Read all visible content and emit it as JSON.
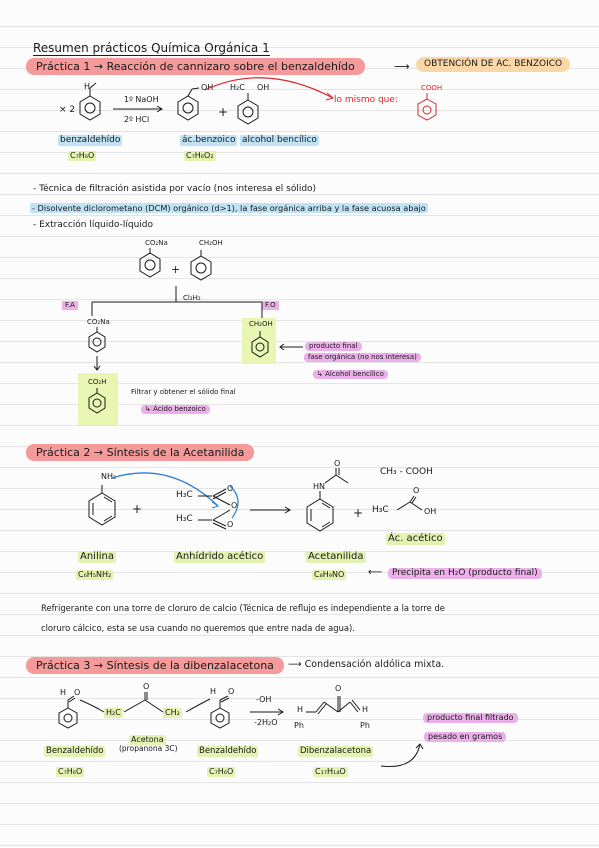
{
  "title": "Resumen prácticos Química Orgánica 1",
  "p1": {
    "header": "Práctica 1 → Reacción de cannizaro sobre el benzaldehído",
    "arrow": "⟶",
    "obtencion": "OBTENCIÓN DE AC. BENZOICO",
    "x2": "× 2",
    "reagent_top": "1º NaOH",
    "reagent_bottom": "2º HCl",
    "plus": "+",
    "cho": "H",
    "oh": "OH",
    "hfc": "H₂C",
    "lo_mismo": "lo mismo que:",
    "cooh": "COOH",
    "benzaldehido": "benzaldehído",
    "benz_formula": "C₇H₆O",
    "acbenzoico": "ác.benzoico",
    "acbenz_formula": "C₇H₆O₂",
    "alcohol": "alcohol bencílico",
    "bullet1": "- Técnica de filtración asistida por vacío (nos interesa el sólido)",
    "bullet2_a": "- Disolvente diclorometano (DCM) orgánico (d>1), la fase orgánica arriba y la fase acuosa abajo",
    "bullet3": "- Extracción líquido-líquido",
    "co2na": "CO₂Na",
    "ch2oh": "CH₂OH",
    "cl2h2": "Cl₂H₂",
    "fa": "F.A",
    "fo": "F.O",
    "co2h": "CO₂H",
    "producto_final": "producto final",
    "fase_organica": "fase orgánica (no nos interesa)",
    "alcohol_b": "↳ Alcohol bencílico",
    "filtrar": "Filtrar y obtener el sólido final",
    "acido_b": "↳ Ácido benzoico"
  },
  "p2": {
    "header": "Práctica 2 → Síntesis de la Acetanilida",
    "nh2": "NH₂",
    "h3c": "H₃C",
    "hn": "HN",
    "ch3cooh": "CH₃ - COOH",
    "o": "O",
    "oh": "OH",
    "anilina": "Anilina",
    "anilina_f": "C₆H₅NH₂",
    "anhidrido": "Anhídrido acético",
    "acetanilida": "Acetanilida",
    "acetanilida_f": "C₈H₉NO",
    "acacetico": "Ác. acético",
    "precipita": "Precipita en H₂O (producto final)",
    "note_line1": "Refrigerante con una torre de cloruro de calcio (Técnica de reflujo es independiente a la torre de",
    "note_line2": "cloruro cálcico, esta se usa cuando no queremos que entre nada de agua)."
  },
  "p3": {
    "header": "Práctica 3 → Síntesis de la dibenzalacetona",
    "subheader": "⟶ Condensación aldólica mixta.",
    "h": "H",
    "o": "O",
    "h2c": "H₂C",
    "ch2": "CH₂",
    "minus_oh": "-OH",
    "minus_h2o": "-2H₂O",
    "ph": "Ph",
    "benzaldehido": "Benzaldehído",
    "benz_f": "C₇H₆O",
    "acetona": "Acetona",
    "acetona_sub": "(propanona 3C)",
    "benzaldehido2": "Benzaldehído",
    "benz_f2": "C₇H₆O",
    "dibenzal": "Dibenzalacetona",
    "dibenzal_f": "C₁₇H₁₄O",
    "producto_final": "producto final filtrado",
    "pesado": "pesado en gramos"
  }
}
